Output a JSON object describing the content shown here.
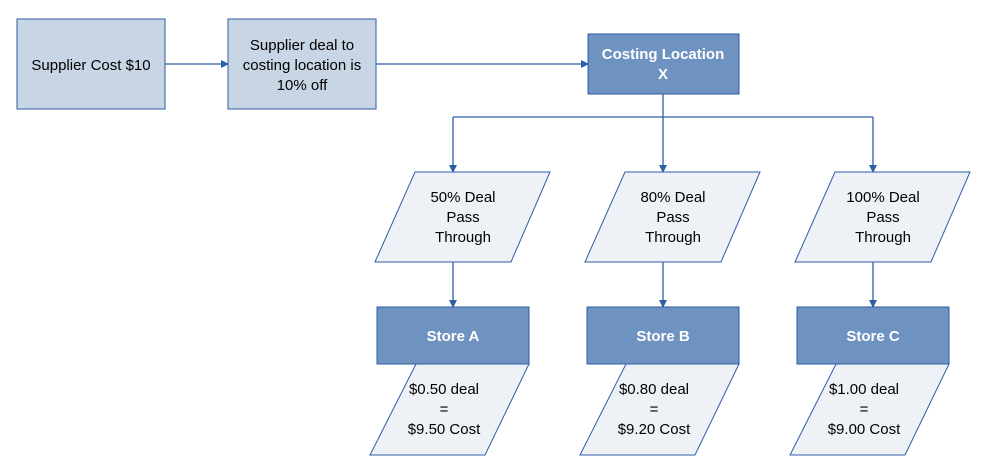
{
  "colors": {
    "light_fill": "#c8d5e4",
    "dark_fill": "#6f93c1",
    "pale_fill": "#eef2f7",
    "stroke": "#2e5da8"
  },
  "supplier_cost": {
    "line1": "Supplier Cost $10"
  },
  "supplier_deal": {
    "line1": "Supplier deal to",
    "line2": "costing location is",
    "line3": "10% off"
  },
  "costing_location": {
    "line1": "Costing Location",
    "line2": "X"
  },
  "branches": [
    {
      "pass": [
        "50% Deal",
        "Pass",
        "Through"
      ],
      "store": "Store A",
      "result": [
        "$0.50 deal",
        "=",
        "$9.50 Cost"
      ]
    },
    {
      "pass": [
        "80% Deal",
        "Pass",
        "Through"
      ],
      "store": "Store B",
      "result": [
        "$0.80 deal",
        "=",
        "$9.20 Cost"
      ]
    },
    {
      "pass": [
        "100% Deal",
        "Pass",
        "Through"
      ],
      "store": "Store C",
      "result": [
        "$1.00 deal",
        "=",
        "$9.00 Cost"
      ]
    }
  ]
}
